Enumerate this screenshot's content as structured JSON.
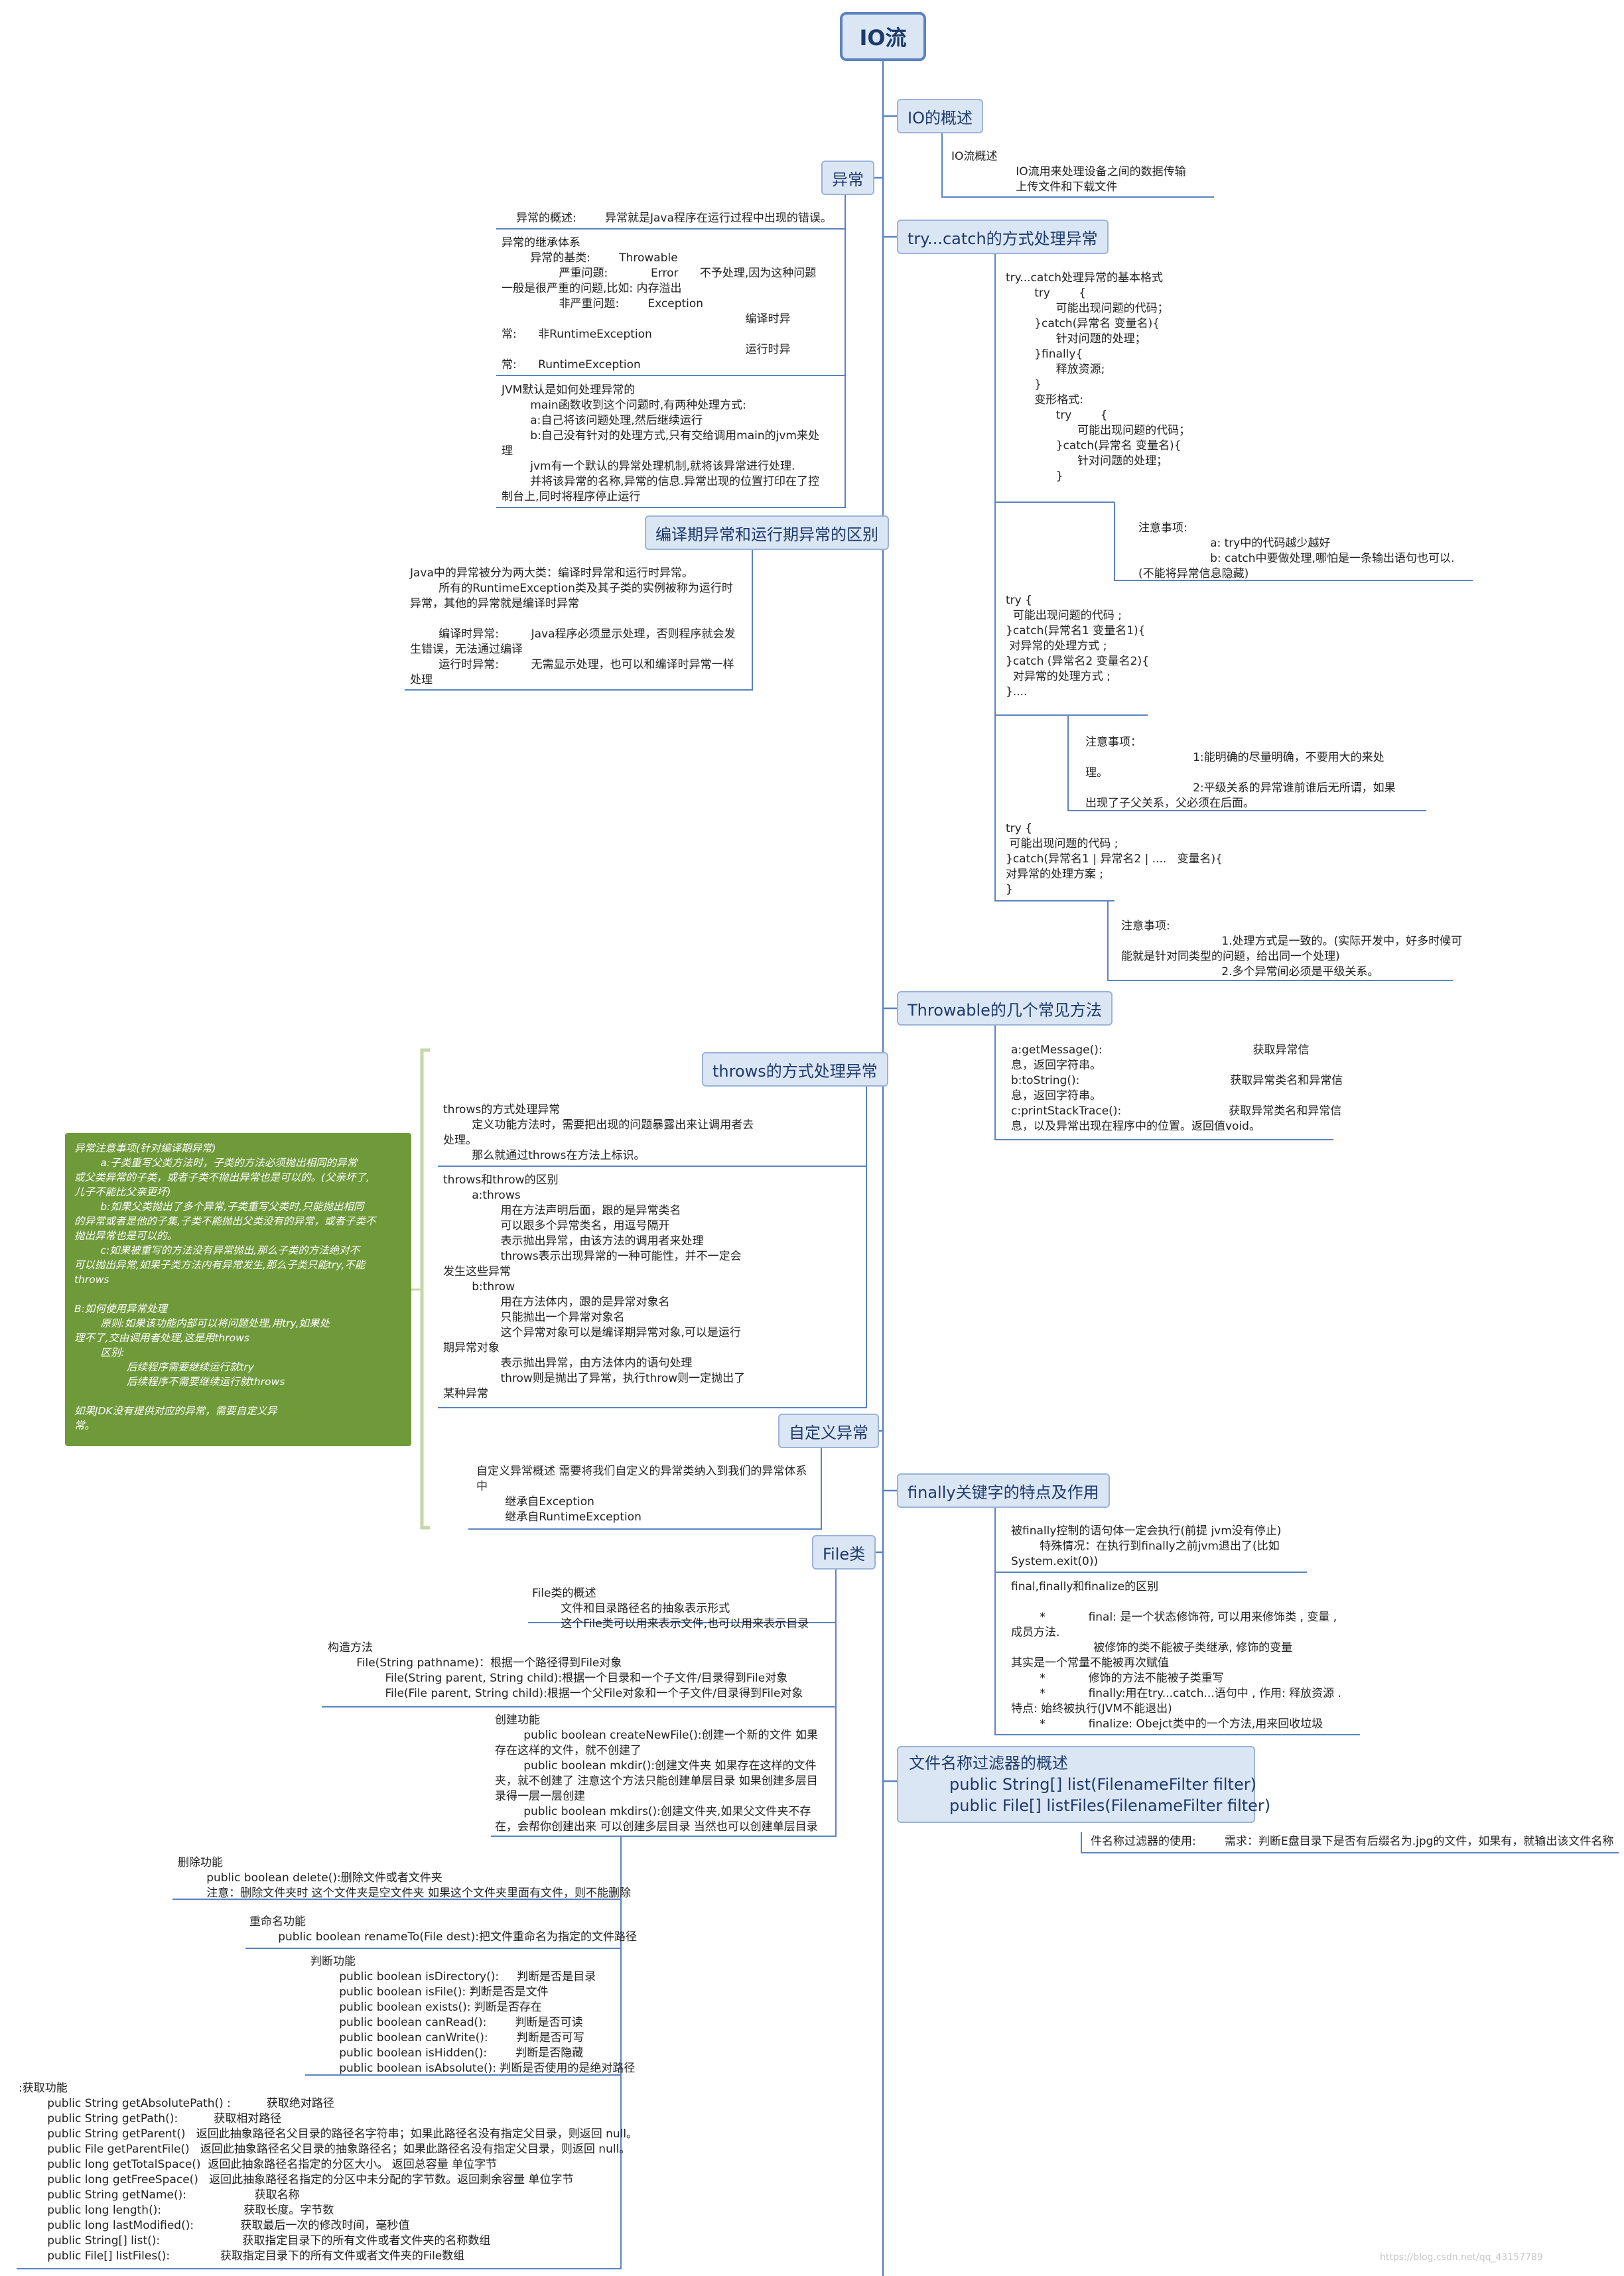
{
  "root": {
    "label": "IO流"
  },
  "topics": {
    "io_overview": "IO的概述",
    "try_catch": "try...catch的方式处理异常",
    "exception": "异常",
    "compile_runtime": "编译期异常和运行期异常的区别",
    "throwable_methods": "Throwable的几个常见方法",
    "throws": "throws的方式处理异常",
    "custom_exception": "自定义异常",
    "finally": "finally关键字的特点及作用",
    "file": "File类",
    "filename_filter": "文件名称过滤器的概述\n        public String[] list(FilenameFilter filter)\n        public File[] listFiles(FilenameFilter filter)"
  },
  "notes": {
    "io_overview": "IO流概述\n                  IO流用来处理设备之间的数据传输\n                  上传文件和下载文件",
    "tc_format": "try...catch处理异常的基本格式\n        try        {\n              可能出现问题的代码；\n        }catch(异常名 变量名){\n              针对问题的处理；\n        }finally{\n              释放资源;\n        }\n        变形格式:\n              try        {\n                    可能出现问题的代码；\n              }catch(异常名 变量名){\n                    针对问题的处理；\n              }",
    "tc_caution1": "注意事项:\n                    a: try中的代码越少越好\n                    b: catch中要做处理,哪怕是一条输出语句也可以.\n(不能将异常信息隐藏)",
    "tc_multi": "try {\n  可能出现问题的代码 ;\n}catch(异常名1 变量名1){\n 对异常的处理方式 ;\n}catch (异常名2 变量名2){\n  对异常的处理方式 ;\n}....",
    "tc_caution2": "注意事项：\n                              1:能明确的尽量明确，不要用大的来处\n理。\n                              2:平级关系的异常谁前谁后无所谓，如果\n出现了子父关系，父必须在后面。",
    "tc_jdk7": "try {\n 可能出现问题的代码 ;\n}catch(异常名1 | 异常名2 | ....   变量名){\n对异常的处理方案 ;\n}",
    "tc_caution3": "注意事项:\n                            1.处理方式是一致的。(实际开发中，好多时候可\n能就是针对同类型的问题，给出同一个处理)\n                            2.多个异常间必须是平级关系。",
    "ex_overview": "异常的概述:        异常就是Java程序在运行过程中出现的错误。",
    "ex_system": "异常的继承体系\n        异常的基类:        Throwable\n                严重问题:            Error      不予处理,因为这种问题\n一般是很严重的问题,比如: 内存溢出\n                非严重问题:        Exception\n                                                                    编译时异\n常:      非RuntimeException\n                                                                    运行时异\n常:      RuntimeException",
    "ex_jvm": "JVM默认是如何处理异常的\n        main函数收到这个问题时,有两种处理方式:\n        a:自己将该问题处理,然后继续运行\n        b:自己没有针对的处理方式,只有交给调用main的jvm来处\n理\n        jvm有一个默认的异常处理机制,就将该异常进行处理.\n        并将该异常的名称,异常的信息.异常出现的位置打印在了控\n制台上,同时将程序停止运行",
    "cr_text": "Java中的异常被分为两大类：编译时异常和运行时异常。\n        所有的RuntimeException类及其子类的实例被称为运行时\n异常，其他的异常就是编译时异常\n\n        编译时异常:         Java程序必须显示处理，否则程序就会发\n生错误，无法通过编译\n        运行时异常:         无需显示处理，也可以和编译时异常一样\n处理",
    "throwable_text": "a:getMessage():                                          获取异常信\n息，返回字符串。\nb:toString():                                          获取异常类名和异常信\n息，返回字符串。\nc:printStackTrace():                              获取异常类名和异常信\n息，以及异常出现在程序中的位置。返回值void。",
    "throws_text": "throws的方式处理异常\n        定义功能方法时，需要把出现的问题暴露出来让调用者去\n处理。\n        那么就通过throws在方法上标识。",
    "throws_vs": "throws和throw的区别\n        a:throws\n                用在方法声明后面，跟的是异常类名\n                可以跟多个异常类名，用逗号隔开\n                表示抛出异常，由该方法的调用者来处理\n                throws表示出现异常的一种可能性，并不一定会\n发生这些异常\n        b:throw\n                用在方法体内，跟的是异常对象名\n                只能抛出一个异常对象名\n                这个异常对象可以是编译期异常对象,可以是运行\n期异常对象\n                表示抛出异常，由方法体内的语句处理\n                throw则是抛出了异常，执行throw则一定抛出了\n某种异常",
    "custom_text": "自定义异常概述 需要将我们自定义的异常类纳入到我们的异常体系\n中\n        继承自Exception\n        继承自RuntimeException",
    "finally_text": "被finally控制的语句体一定会执行(前提 jvm没有停止)\n        特殊情况：在执行到finally之前jvm退出了(比如\nSystem.exit(0))",
    "finally_diff": "final,finally和finalize的区别\n\n        *            final: 是一个状态修饰符, 可以用来修饰类 , 变量 ,\n成员方法.\n                       被修饰的类不能被子类继承, 修饰的变量\n其实是一个常量不能被再次赋值\n        *            修饰的方法不能被子类重写\n        *            finally:用在try...catch...语句中 , 作用: 释放资源 .\n特点: 始终被执行(JVM不能退出)\n        *            finalize: Obejct类中的一个方法,用来回收垃圾",
    "filter_usage": "件名称过滤器的使用:        需求：判断E盘目录下是否有后缀名为.jpg的文件，如果有，就输出该文件名称",
    "file_overview": "File类的概述\n        文件和目录路径名的抽象表示形式\n        这个File类可以用来表示文件,也可以用来表示目录",
    "file_ctor": "构造方法\n        File(String pathname)：根据一个路径得到File对象\n                File(String parent, String child):根据一个目录和一个子文件/目录得到File对象\n                File(File parent, String child):根据一个父File对象和一个子文件/目录得到File对象",
    "file_create": "创建功能\n        public boolean createNewFile():创建一个新的文件 如果\n存在这样的文件，就不创建了\n        public boolean mkdir():创建文件夹 如果存在这样的文件\n夹，就不创建了 注意这个方法只能创建单层目录 如果创建多层目\n录得一层一层创建\n        public boolean mkdirs():创建文件夹,如果父文件夹不存\n在，会帮你创建出来 可以创建多层目录 当然也可以创建单层目录",
    "file_delete": "删除功能\n        public boolean delete():删除文件或者文件夹\n        注意：删除文件夹时 这个文件夹是空文件夹 如果这个文件夹里面有文件，则不能删除",
    "file_rename": "重命名功能\n        public boolean renameTo(File dest):把文件重命名为指定的文件路径",
    "file_judge": "判断功能\n        public boolean isDirectory():     判断是否是目录\n        public boolean isFile(): 判断是否是文件\n        public boolean exists(): 判断是否存在\n        public boolean canRead():        判断是否可读\n        public boolean canWrite():        判断是否可写\n        public boolean isHidden():        判断是否隐藏\n        public boolean isAbsolute(): 判断是否使用的是绝对路径",
    "file_get": ":获取功能\n        public String getAbsolutePath() :          获取绝对路径\n        public String getPath():          获取相对路径\n        public String getParent()   返回此抽象路径名父目录的路径名字符串；如果此路径名没有指定父目录，则返回 null。\n        public File getParentFile()   返回此抽象路径名父目录的抽象路径名；如果此路径名没有指定父目录，则返回 null。\n        public long getTotalSpace()  返回此抽象路径名指定的分区大小。 返回总容量 单位字节\n        public long getFreeSpace()   返回此抽象路径名指定的分区中未分配的字节数。返回剩余容量 单位字节\n        public String getName():                   获取名称\n        public long length():                       获取长度。字节数\n        public long lastModified():             获取最后一次的修改时间，毫秒值\n        public String[] list():                       获取指定目录下的所有文件或者文件夹的名称数组\n        public File[] listFiles():              获取指定目录下的所有文件或者文件夹的File数组"
  },
  "callout": "异常注意事项(针对编译期异常)\n        a:子类重写父类方法时，子类的方法必须抛出相同的异常\n或父类异常的子类，或者子类不抛出异常也是可以的。(父亲坏了,\n儿子不能比父亲更坏)\n        b:如果父类抛出了多个异常,子类重写父类时,只能抛出相同\n的异常或者是他的子集,子类不能抛出父类没有的异常，或者子类不\n抛出异常也是可以的。\n        c:如果被重写的方法没有异常抛出,那么子类的方法绝对不\n可以抛出异常,如果子类方法内有异常发生,那么子类只能try,不能\nthrows\n\nB:如何使用异常处理\n        原则:如果该功能内部可以将问题处理,用try,如果处\n理不了,交由调用者处理,这是用throws\n        区别:\n                后续程序需要继续运行就try\n                后续程序不需要继续运行就throws\n\n如果JDK没有提供对应的异常，需要自定义异\n常。",
  "watermark": "https://blog.csdn.net/qq_43157789",
  "colors": {
    "trunk": "#5b83c0",
    "topic_fill": "#dbe6f4",
    "underline": "#5b83c0",
    "callout": "#6f9a3a",
    "bracket": "#c5d7a8"
  }
}
